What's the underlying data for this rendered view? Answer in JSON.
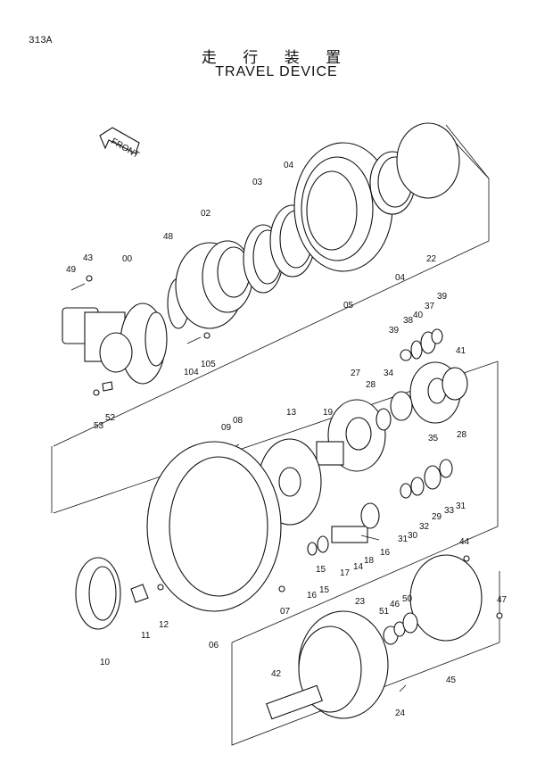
{
  "header": {
    "page_code": "313A",
    "title_jp": "走 行 装 置",
    "title_en": "TRAVEL DEVICE"
  },
  "arrow_label": "FRONT",
  "part_numbers": [
    "00",
    "02",
    "03",
    "04",
    "04",
    "05",
    "22",
    "43",
    "49",
    "48",
    "104",
    "105",
    "53",
    "52",
    "09",
    "08",
    "13",
    "19",
    "27",
    "28",
    "34",
    "39",
    "38",
    "40",
    "37",
    "39",
    "41",
    "35",
    "28",
    "33",
    "31",
    "29",
    "32",
    "30",
    "31",
    "16",
    "14",
    "18",
    "17",
    "15",
    "16",
    "15",
    "44",
    "47",
    "45",
    "46",
    "50",
    "51",
    "23",
    "42",
    "24",
    "12",
    "11",
    "10",
    "06",
    "07"
  ]
}
